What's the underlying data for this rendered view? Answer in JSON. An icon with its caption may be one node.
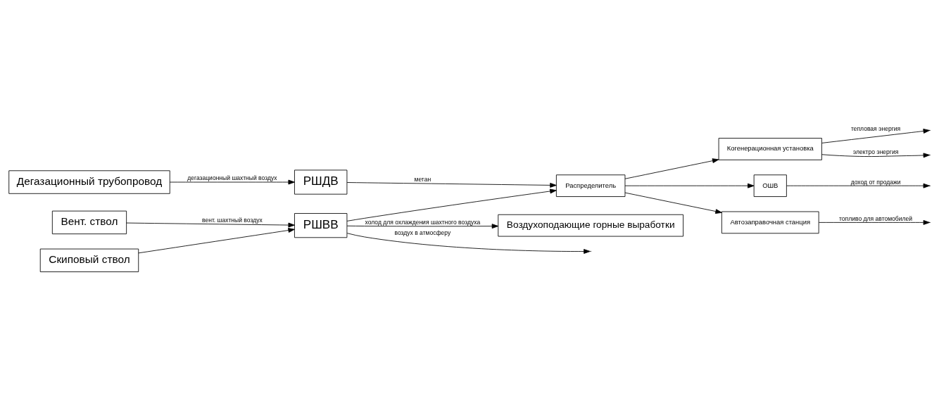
{
  "diagram": {
    "nodes": [
      {
        "text": [
          "Дегазационный трубопровод"
        ]
      },
      {
        "text": [
          "Вент. ствол"
        ]
      },
      {
        "text": [
          "Скиповый ствол"
        ]
      },
      {
        "text": [
          "РШДВ"
        ]
      },
      {
        "text": [
          "РШВВ"
        ]
      },
      {
        "text": [
          "Распределитель"
        ]
      },
      {
        "text": [
          "Когенерационная установка"
        ]
      },
      {
        "text": [
          "ОШВ"
        ]
      },
      {
        "text": [
          "Автозаправочная станция"
        ]
      },
      {
        "text": [
          "Воздухоподающие горные выработки"
        ]
      }
    ],
    "edges": [
      {
        "from": 0,
        "to": 3,
        "arrow": "to",
        "label": "дегазационный шахтный воздух"
      },
      {
        "from": 1,
        "to": 4,
        "arrow": "to",
        "label": "вент. шахтный воздух"
      },
      {
        "from": 2,
        "to": 4,
        "arrow": "to"
      },
      {
        "from": 3,
        "to": 5,
        "arrow": "to",
        "label": "метан"
      },
      {
        "from": 4,
        "to": 5,
        "arrow": "to"
      },
      {
        "from": 5,
        "to": 6,
        "arrow": "to"
      },
      {
        "from": 5,
        "to": 7,
        "arrow": "to"
      },
      {
        "from": 5,
        "to": 8,
        "arrow": "to"
      },
      {
        "from": 6,
        "to": null,
        "arrow": "to",
        "label": "тепловая энергия"
      },
      {
        "from": 6,
        "to": null,
        "arrow": "to",
        "label": "электро энергия"
      },
      {
        "from": 7,
        "to": null,
        "arrow": "to",
        "label": "доход от продажи"
      },
      {
        "from": 8,
        "to": null,
        "arrow": "to",
        "label": "топливо для автомобилей"
      },
      {
        "from": 4,
        "to": null,
        "arrow": "to",
        "label": "воздух в атмосферу"
      },
      {
        "from": 4,
        "to": 9,
        "arrow": "to",
        "label": "холод для охлаждения шахтного воздуха"
      }
    ]
  }
}
